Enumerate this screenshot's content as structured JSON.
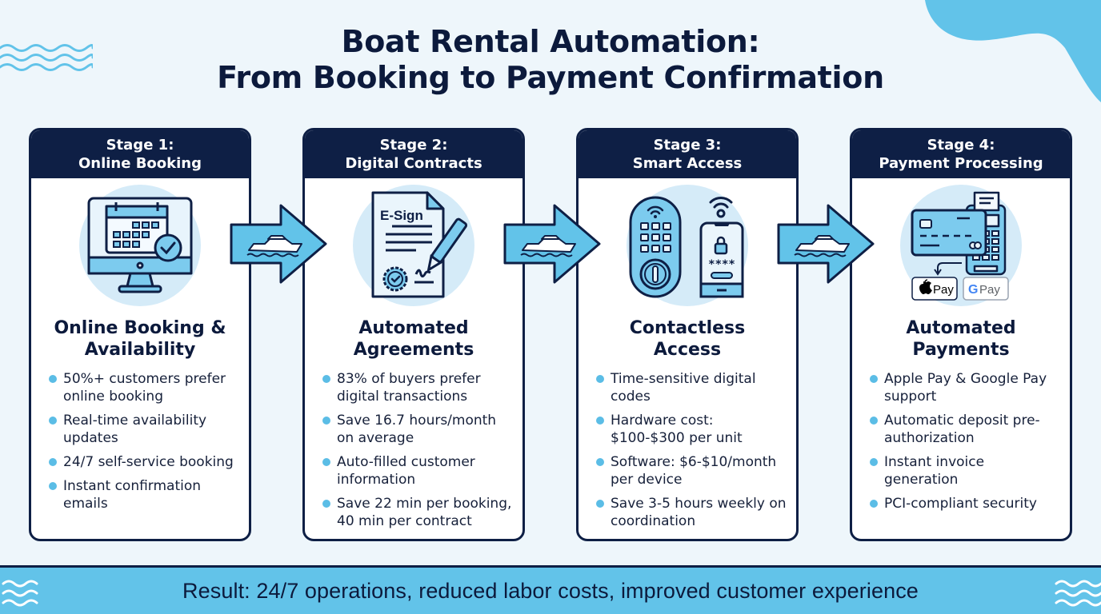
{
  "title": {
    "line1": "Boat Rental Automation:",
    "line2": "From Booking to Payment Confirmation"
  },
  "colors": {
    "navy": "#0e1f45",
    "accent_blue": "#5bbde6",
    "light_blue": "#d5ebf8",
    "background": "#eef6fb",
    "footer_bg": "#62c3e9"
  },
  "stages": [
    {
      "header_line1": "Stage 1:",
      "header_line2": "Online Booking",
      "icon": "computer-calendar-check-icon",
      "title_line1": "Online Booking &",
      "title_line2": "Availability",
      "points": [
        "50%+ customers prefer online booking",
        "Real-time availability updates",
        "24/7 self-service booking",
        "Instant confirmation emails"
      ]
    },
    {
      "header_line1": "Stage 2:",
      "header_line2": "Digital Contracts",
      "icon": "esign-document-icon",
      "icon_label": "E-Sign",
      "title_line1": "Automated",
      "title_line2": "Agreements",
      "points": [
        "83% of buyers prefer digital transactions",
        "Save 16.7 hours/month on average",
        "Auto-filled customer information",
        "Save 22 min per booking, 40 min per contract"
      ]
    },
    {
      "header_line1": "Stage 3:",
      "header_line2": "Smart Access",
      "icon": "smart-lock-phone-icon",
      "icon_label": "****",
      "title_line1": "Contactless",
      "title_line2": "Access",
      "points": [
        "Time-sensitive digital codes",
        "Hardware cost: $100-$300 per unit",
        "Software: $6-$10/month per device",
        "Save 3-5 hours weekly on coordination"
      ]
    },
    {
      "header_line1": "Stage 4:",
      "header_line2": "Payment Processing",
      "icon": "card-terminal-icon",
      "apple_pay_label": "Pay",
      "google_pay_label": "Pay",
      "title_line1": "Automated",
      "title_line2": "Payments",
      "points": [
        "Apple Pay & Google Pay support",
        "Automatic deposit pre-authorization",
        "Instant invoice generation",
        "PCI-compliant security"
      ]
    }
  ],
  "arrows": [
    {
      "icon": "boat-arrow-icon"
    },
    {
      "icon": "boat-arrow-icon"
    },
    {
      "icon": "boat-arrow-icon"
    }
  ],
  "footer": {
    "text": "Result: 24/7 operations, reduced labor costs, improved customer experience"
  }
}
